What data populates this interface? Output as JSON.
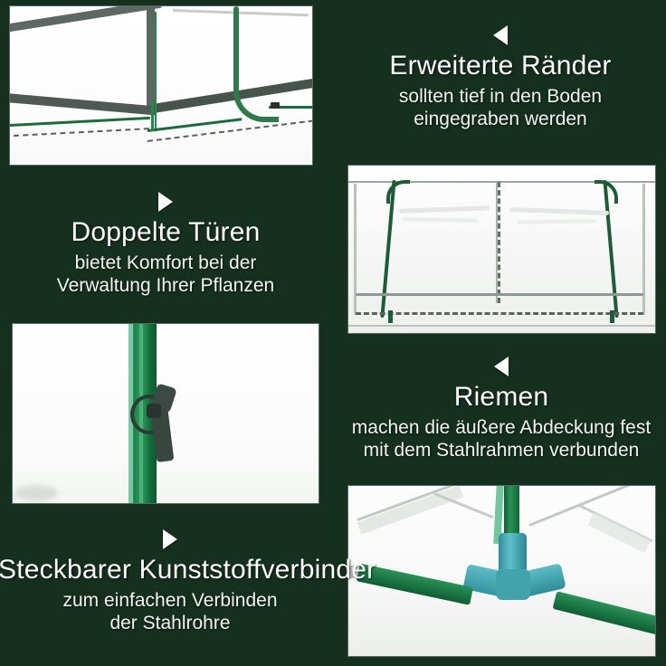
{
  "background_color": "#16301f",
  "features": [
    {
      "id": "extended-edges",
      "marker": "triangle-left-icon",
      "headline": "Erweiterte Ränder",
      "sub_lines": [
        "sollten tief in den Boden",
        "eingegraben werden"
      ]
    },
    {
      "id": "double-doors",
      "marker": "triangle-right-icon",
      "headline": "Doppelte Türen",
      "sub_lines": [
        "bietet Komfort bei der",
        "Verwaltung Ihrer Pflanzen"
      ]
    },
    {
      "id": "straps",
      "marker": "triangle-left-icon",
      "headline": "Riemen",
      "sub_lines": [
        "machen die äußere Abdeckung fest",
        "mit dem Stahlrahmen verbunden"
      ]
    },
    {
      "id": "plastic-connector",
      "marker": "triangle-right-icon",
      "headline": "Steckbarer Kunststoffverbinder",
      "sub_lines": [
        "zum einfachen Verbinden",
        "der Stahlrohre"
      ]
    }
  ],
  "photos": [
    {
      "id": "greenhouse-corner-photo",
      "alt": "Nahaufnahme der Gewächshaus-Ecke mit grünem Rahmen und erweitertem Rand"
    },
    {
      "id": "tunnel-greenhouse-photo",
      "alt": "Seitenansicht des Tunnelgewächshauses mit transparenter Abdeckung und Doppeltüren"
    },
    {
      "id": "strap-knot-photo",
      "alt": "Riemen um das grüne Stahlrohr gebunden"
    },
    {
      "id": "plastic-connector-photo",
      "alt": "Blaugrüner Kunststoffverbinder verbindet drei Stahlrohre"
    }
  ],
  "colors": {
    "background_green": "#16301f",
    "frame_green": "#1d5c38",
    "connector_teal": "#3f9fa8",
    "photo_white": "#fbfbfa",
    "text_white": "#ffffff"
  }
}
